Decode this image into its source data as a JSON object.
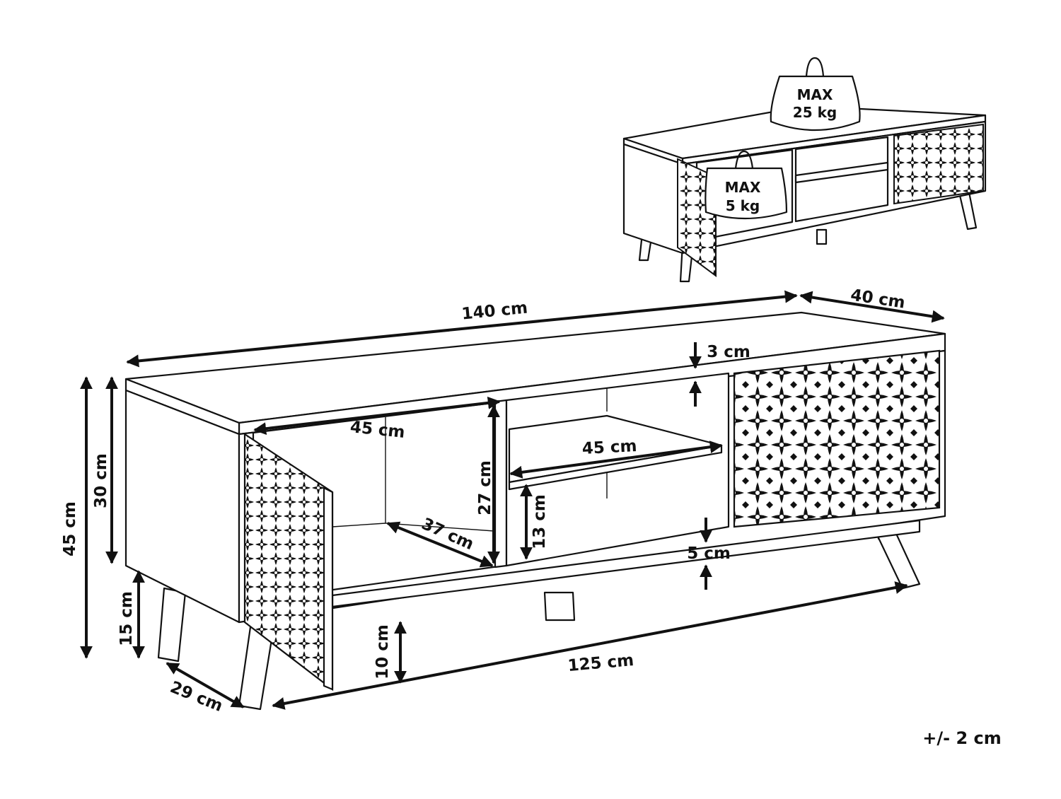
{
  "tolerance": "+/- 2 cm",
  "weights": {
    "top": {
      "line1": "MAX",
      "line2": "25 kg"
    },
    "shelf": {
      "line1": "MAX",
      "line2": "5 kg"
    }
  },
  "dimensions": {
    "width": "140 cm",
    "depth": "40 cm",
    "total_height": "45 cm",
    "body_height": "30 cm",
    "leg_height": "15 cm",
    "top_thickness": "3 cm",
    "compartment_width": "45 cm",
    "shelf_width": "45 cm",
    "compartment_height": "27 cm",
    "compartment_depth": "37 cm",
    "lower_shelf_height": "13 cm",
    "base_thickness": "5 cm",
    "clearance": "10 cm",
    "leg_span": "125 cm",
    "leg_depth": "29 cm"
  },
  "colors": {
    "line": "#111111",
    "background": "#ffffff"
  }
}
